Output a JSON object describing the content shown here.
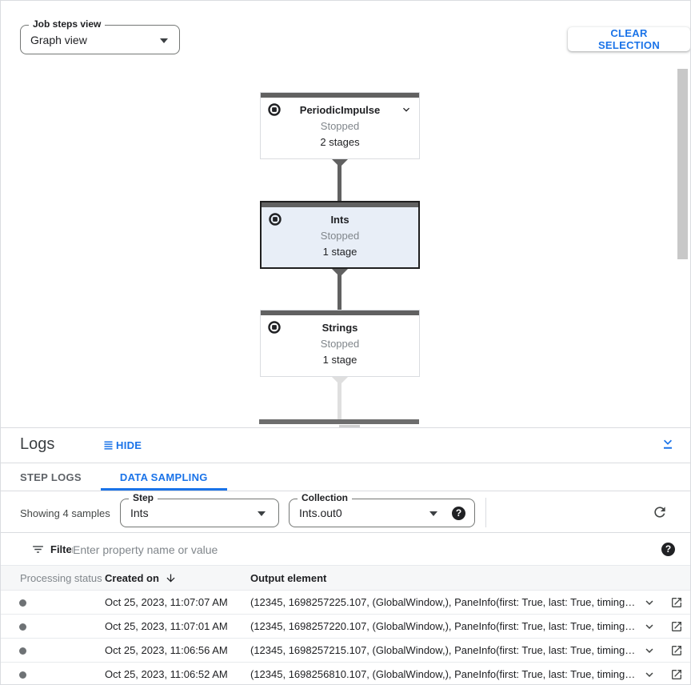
{
  "colors": {
    "accent": "#1a73e8",
    "text": "#202124",
    "muted": "#5f6368",
    "faint": "#80868b",
    "border": "#dadce0",
    "row-border": "#e8eaed",
    "bar": "#616161",
    "edge-light": "#dfdfdf",
    "node-selected-bg": "#e8eef7",
    "header-bg": "#f6f7f8",
    "scrollbar": "#c8c8c8"
  },
  "icons": {
    "help_glyph": "?"
  },
  "toolbar": {
    "job_steps_view_label": "Job steps view",
    "job_steps_view_value": "Graph view",
    "clear_selection_label": "CLEAR SELECTION"
  },
  "graph": {
    "nodes": [
      {
        "title": "PeriodicImpulse",
        "status": "Stopped",
        "stages": "2 stages",
        "selected": false
      },
      {
        "title": "Ints",
        "status": "Stopped",
        "stages": "1 stage",
        "selected": true
      },
      {
        "title": "Strings",
        "status": "Stopped",
        "stages": "1 stage",
        "selected": false
      }
    ]
  },
  "logs": {
    "title": "Logs",
    "hide_label": "HIDE",
    "tabs": {
      "step_logs": "STEP LOGS",
      "data_sampling": "DATA SAMPLING"
    },
    "sampling": {
      "showing_text": "Showing 4 samples",
      "step_label": "Step",
      "step_value": "Ints",
      "collection_label": "Collection",
      "collection_value": "Ints.out0"
    },
    "filter": {
      "label": "Filter",
      "placeholder": "Enter property name or value"
    },
    "table": {
      "headers": {
        "processing_status": "Processing status",
        "created_on": "Created on",
        "output_element": "Output element"
      },
      "rows": [
        {
          "created_on": "Oct 25, 2023, 11:07:07 AM",
          "output_element": "(12345, 1698257225.107, (GlobalWindow,), PaneInfo(first: True, last: True, timing…"
        },
        {
          "created_on": "Oct 25, 2023, 11:07:01 AM",
          "output_element": "(12345, 1698257220.107, (GlobalWindow,), PaneInfo(first: True, last: True, timing…"
        },
        {
          "created_on": "Oct 25, 2023, 11:06:56 AM",
          "output_element": "(12345, 1698257215.107, (GlobalWindow,), PaneInfo(first: True, last: True, timing…"
        },
        {
          "created_on": "Oct 25, 2023, 11:06:52 AM",
          "output_element": "(12345, 1698256810.107, (GlobalWindow,), PaneInfo(first: True, last: True, timing…"
        }
      ]
    }
  }
}
